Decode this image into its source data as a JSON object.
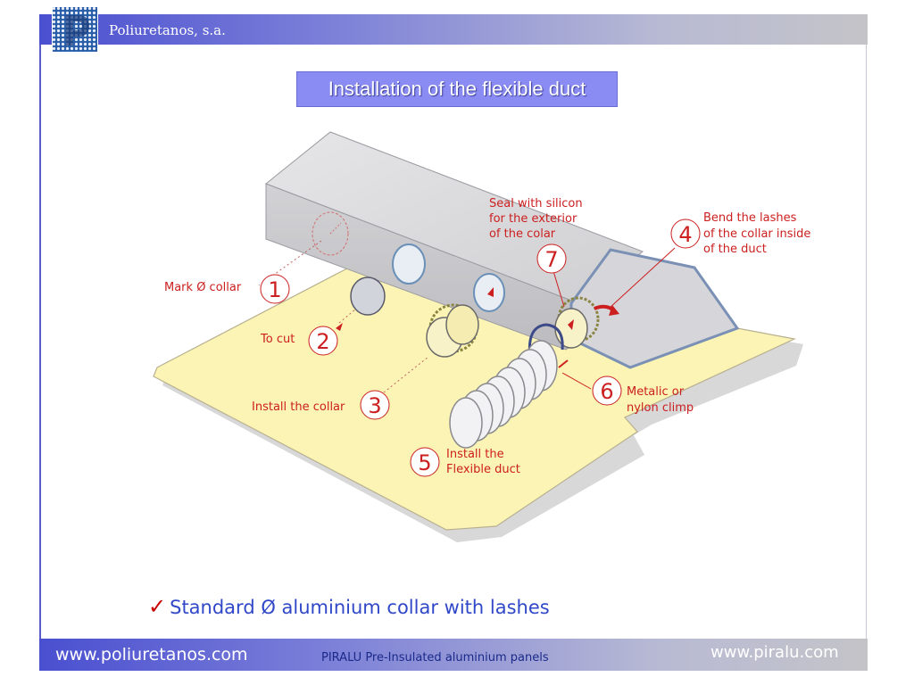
{
  "header": {
    "company": "Poliuretanos, s.a."
  },
  "title": "Installation of the flexible duct",
  "steps": [
    {
      "num": "1",
      "label": "Mark Ø collar"
    },
    {
      "num": "2",
      "label": "To cut"
    },
    {
      "num": "3",
      "label": "Install the collar"
    },
    {
      "num": "4",
      "label_lines": [
        "Bend the lashes",
        "of the collar inside",
        "of the duct"
      ]
    },
    {
      "num": "5",
      "label_lines": [
        "Install the",
        "Flexible duct"
      ]
    },
    {
      "num": "6",
      "label_lines": [
        "Metalic or",
        "nylon climp"
      ]
    },
    {
      "num": "7",
      "label_lines": [
        "Seal with silicon",
        "for the exterior",
        "of the colar"
      ]
    }
  ],
  "note": {
    "check": "✓",
    "text": "Standard Ø aluminium collar with lashes"
  },
  "footer": {
    "left": "www.poliuretanos.com",
    "middle": "PIRALU Pre-Insulated aluminium panels",
    "right": "www.piralu.com"
  },
  "colors": {
    "accent_red": "#cc1f1f",
    "header_blue": "#4a4fd0",
    "board_yellow": "#fbf4b4",
    "note_blue": "#3048c8"
  }
}
